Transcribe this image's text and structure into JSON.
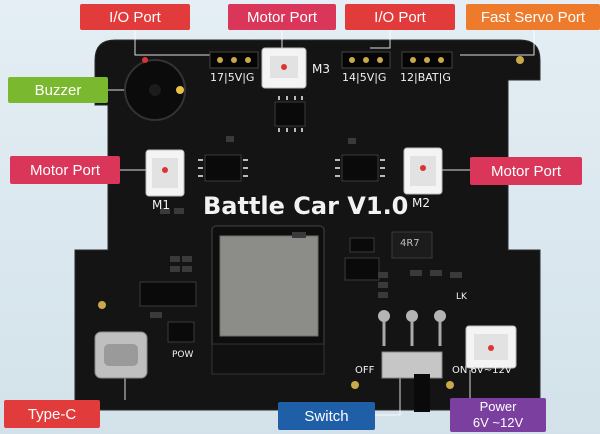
{
  "callouts": {
    "io_port_left": "I/O Port",
    "motor_port_top": "Motor Port",
    "io_port_right": "I/O Port",
    "fast_servo_port": "Fast Servo Port",
    "buzzer": "Buzzer",
    "motor_port_left": "Motor Port",
    "motor_port_right": "Motor Port",
    "type_c": "Type-C",
    "switch": "Switch",
    "power_line1": "Power",
    "power_line2": "6V ~12V"
  },
  "silkscreen": {
    "board_title": "Battle Car V1.0",
    "header_17": "17|5V|G",
    "header_14": "14|5V|G",
    "header_12": "12|BAT|G",
    "m1": "M1",
    "m2": "M2",
    "m3": "M3",
    "off": "OFF",
    "on_voltage": "ON 6V~12V",
    "pow": "POW",
    "lk": "LK",
    "inductor": "4R7"
  },
  "colors": {
    "red": "#e23b3b",
    "pink": "#d9365a",
    "orange": "#ee7a2c",
    "green": "#7ab92f",
    "blue": "#1e5fa8",
    "purple": "#7b3fa0",
    "board": "#141414"
  }
}
